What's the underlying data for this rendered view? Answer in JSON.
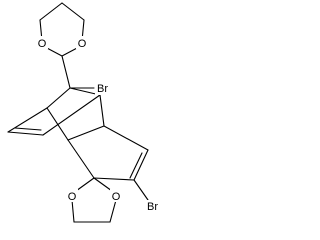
{
  "molecule": {
    "atom_labels": {
      "o_top_left": "O",
      "o_top_right": "O",
      "br_bridgehead": "Br",
      "o_bottom_left": "O",
      "o_bottom_right": "O",
      "br_vinyl": "Br"
    },
    "colors": {
      "bond": "#000000",
      "label": "#000000",
      "background": "#ffffff"
    }
  }
}
